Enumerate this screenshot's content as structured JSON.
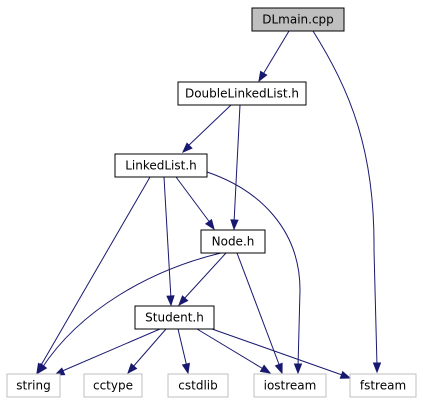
{
  "colors": {
    "edge": "#191970",
    "root_fill": "#bfbfbf",
    "node_border": "#000000",
    "external_border": "#bfbfbf",
    "text": "#000000"
  },
  "nodes": [
    {
      "id": "dlmain",
      "label": "DLmain.cpp",
      "kind": "root"
    },
    {
      "id": "doublelinkedlist",
      "label": "DoubleLinkedList.h",
      "kind": "internal"
    },
    {
      "id": "linkedlist",
      "label": "LinkedList.h",
      "kind": "internal"
    },
    {
      "id": "node",
      "label": "Node.h",
      "kind": "internal"
    },
    {
      "id": "student",
      "label": "Student.h",
      "kind": "internal"
    },
    {
      "id": "string",
      "label": "string",
      "kind": "external"
    },
    {
      "id": "cctype",
      "label": "cctype",
      "kind": "external"
    },
    {
      "id": "cstdlib",
      "label": "cstdlib",
      "kind": "external"
    },
    {
      "id": "iostream",
      "label": "iostream",
      "kind": "external"
    },
    {
      "id": "fstream",
      "label": "fstream",
      "kind": "external"
    }
  ],
  "edges": [
    {
      "from": "dlmain",
      "to": "doublelinkedlist"
    },
    {
      "from": "dlmain",
      "to": "fstream"
    },
    {
      "from": "doublelinkedlist",
      "to": "linkedlist"
    },
    {
      "from": "doublelinkedlist",
      "to": "node"
    },
    {
      "from": "linkedlist",
      "to": "string"
    },
    {
      "from": "linkedlist",
      "to": "student"
    },
    {
      "from": "linkedlist",
      "to": "node"
    },
    {
      "from": "linkedlist",
      "to": "iostream"
    },
    {
      "from": "node",
      "to": "string"
    },
    {
      "from": "node",
      "to": "student"
    },
    {
      "from": "node",
      "to": "iostream"
    },
    {
      "from": "student",
      "to": "string"
    },
    {
      "from": "student",
      "to": "cctype"
    },
    {
      "from": "student",
      "to": "cstdlib"
    },
    {
      "from": "student",
      "to": "iostream"
    },
    {
      "from": "student",
      "to": "fstream"
    }
  ]
}
